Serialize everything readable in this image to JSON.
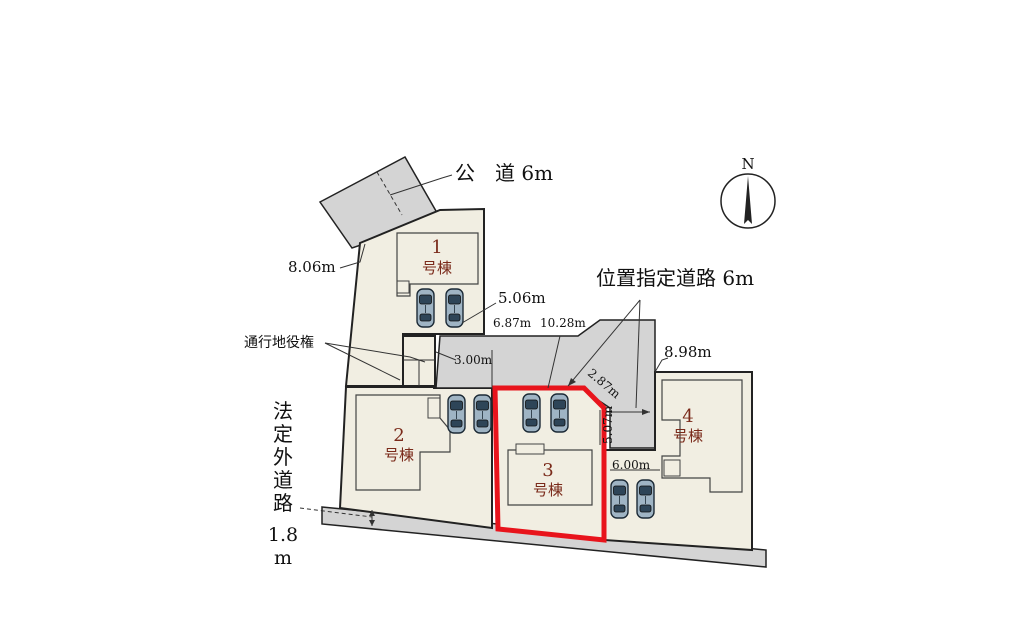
{
  "road_public": {
    "label": "公　道 6m"
  },
  "road_designated": {
    "label": "位置指定道路 6m"
  },
  "easement": {
    "label": "通行地役権"
  },
  "side_road": {
    "chars": [
      "法",
      "定",
      "外",
      "道",
      "路"
    ],
    "width_line1": "1.8",
    "width_line2": "m"
  },
  "compass": {
    "north": "N"
  },
  "dimensions": {
    "d1": "8.06m",
    "d2": "5.06m",
    "d3": "6.87m",
    "d4": "10.28m",
    "d5": "3.00m",
    "d6": "2.87m",
    "d7": "8.98m",
    "d8": "5.07m",
    "d9": "6.00m"
  },
  "houses": [
    {
      "num": "1",
      "name": "号棟"
    },
    {
      "num": "2",
      "name": "号棟"
    },
    {
      "num": "3",
      "name": "号棟"
    },
    {
      "num": "4",
      "name": "号棟"
    }
  ],
  "highlight_color": "#e8141c"
}
